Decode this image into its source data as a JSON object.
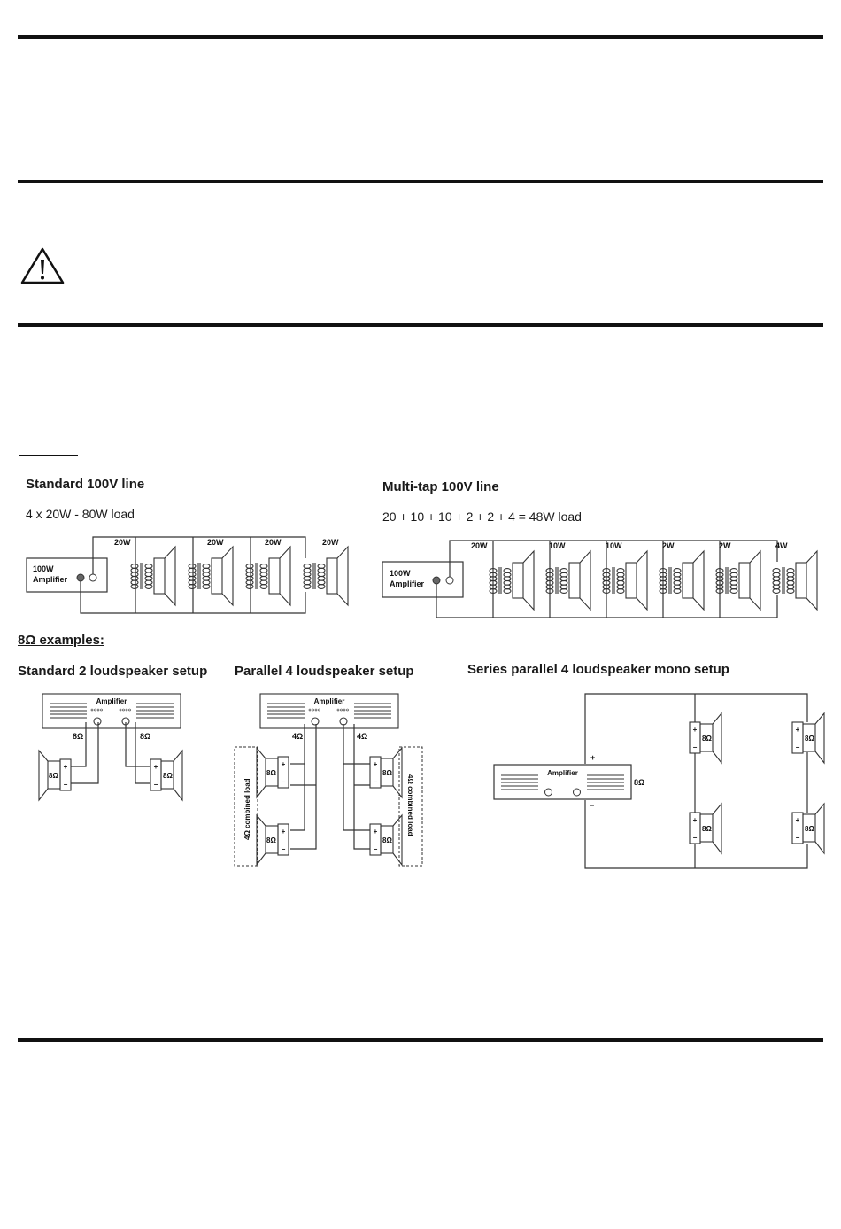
{
  "sections": {
    "examples_100v": {
      "standard": {
        "title": "Standard 100V line",
        "load": "4 x 20W - 80W load",
        "amp_label_1": "100W",
        "amp_label_2": "Amplifier",
        "taps": [
          "20W",
          "20W",
          "20W",
          "20W"
        ]
      },
      "multitap": {
        "title": "Multi-tap 100V line",
        "load": "20 + 10 + 10 + 2 + 2 + 4 = 48W load",
        "amp_label_1": "100W",
        "amp_label_2": "Amplifier",
        "taps": [
          "20W",
          "10W",
          "10W",
          "2W",
          "2W",
          "4W"
        ]
      }
    },
    "examples_8ohm": {
      "heading": "8Ω examples:",
      "standard2": {
        "title": "Standard 2 loudspeaker setup",
        "amp": "Amplifier",
        "line_left": "8Ω",
        "line_right": "8Ω",
        "spk_left": "8Ω",
        "spk_right": "8Ω"
      },
      "parallel4": {
        "title": "Parallel 4 loudspeaker setup",
        "amp": "Amplifier",
        "line_left": "4Ω",
        "line_right": "4Ω",
        "combined_left": "4Ω combined load",
        "combined_right": "4Ω combined load",
        "spk": [
          "8Ω",
          "8Ω",
          "8Ω",
          "8Ω"
        ]
      },
      "seriesparallel": {
        "title": "Series parallel 4 loudspeaker mono setup",
        "amp": "Amplifier",
        "load": "8Ω",
        "spk": [
          "8Ω",
          "8Ω",
          "8Ω",
          "8Ω"
        ]
      }
    }
  },
  "symbols": {
    "plus": "+",
    "minus": "−"
  }
}
